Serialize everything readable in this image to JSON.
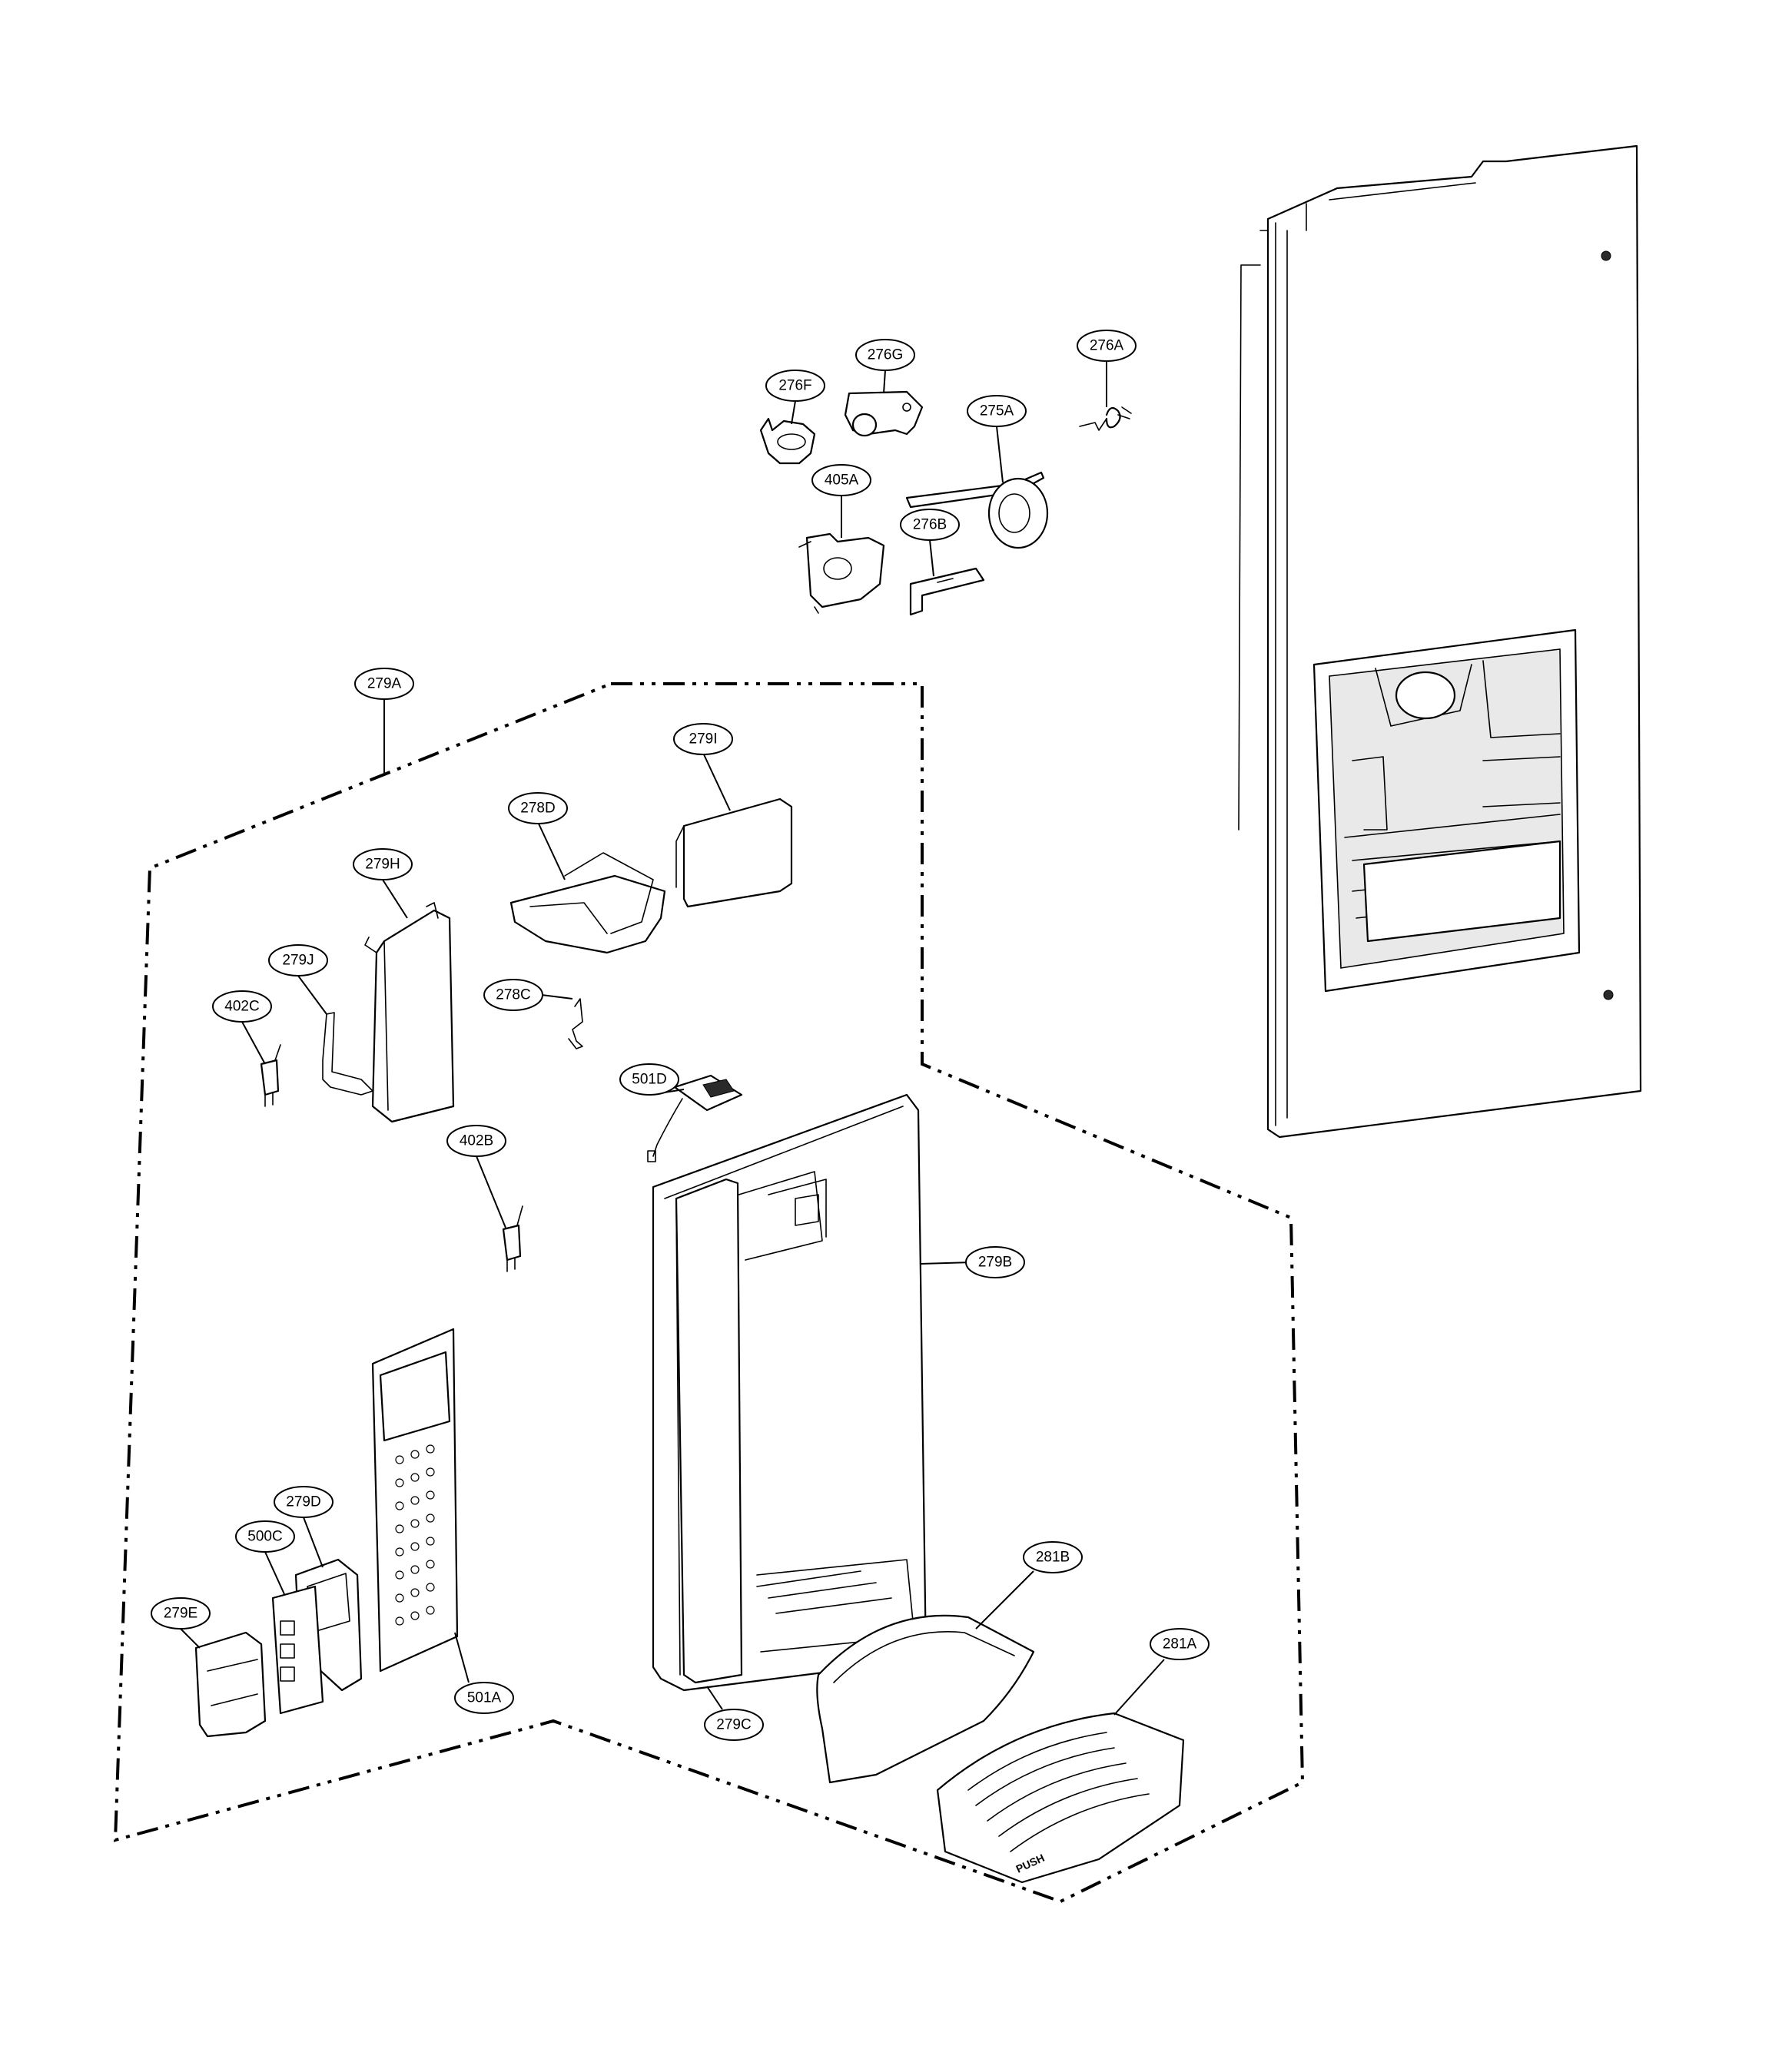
{
  "diagram": {
    "callouts": [
      {
        "id": "276A",
        "label": "276A"
      },
      {
        "id": "276G",
        "label": "276G"
      },
      {
        "id": "276F",
        "label": "276F"
      },
      {
        "id": "275A",
        "label": "275A"
      },
      {
        "id": "405A",
        "label": "405A"
      },
      {
        "id": "276B",
        "label": "276B"
      },
      {
        "id": "279A",
        "label": "279A"
      },
      {
        "id": "279I",
        "label": "279I"
      },
      {
        "id": "278D",
        "label": "278D"
      },
      {
        "id": "279H",
        "label": "279H"
      },
      {
        "id": "279J",
        "label": "279J"
      },
      {
        "id": "402C",
        "label": "402C"
      },
      {
        "id": "278C",
        "label": "278C"
      },
      {
        "id": "501D",
        "label": "501D"
      },
      {
        "id": "402B",
        "label": "402B"
      },
      {
        "id": "279B",
        "label": "279B"
      },
      {
        "id": "279D",
        "label": "279D"
      },
      {
        "id": "500C",
        "label": "500C"
      },
      {
        "id": "279E",
        "label": "279E"
      },
      {
        "id": "501A",
        "label": "501A"
      },
      {
        "id": "279C",
        "label": "279C"
      },
      {
        "id": "281B",
        "label": "281B"
      },
      {
        "id": "281A",
        "label": "281A"
      }
    ],
    "grille_marking": "PUSH"
  }
}
